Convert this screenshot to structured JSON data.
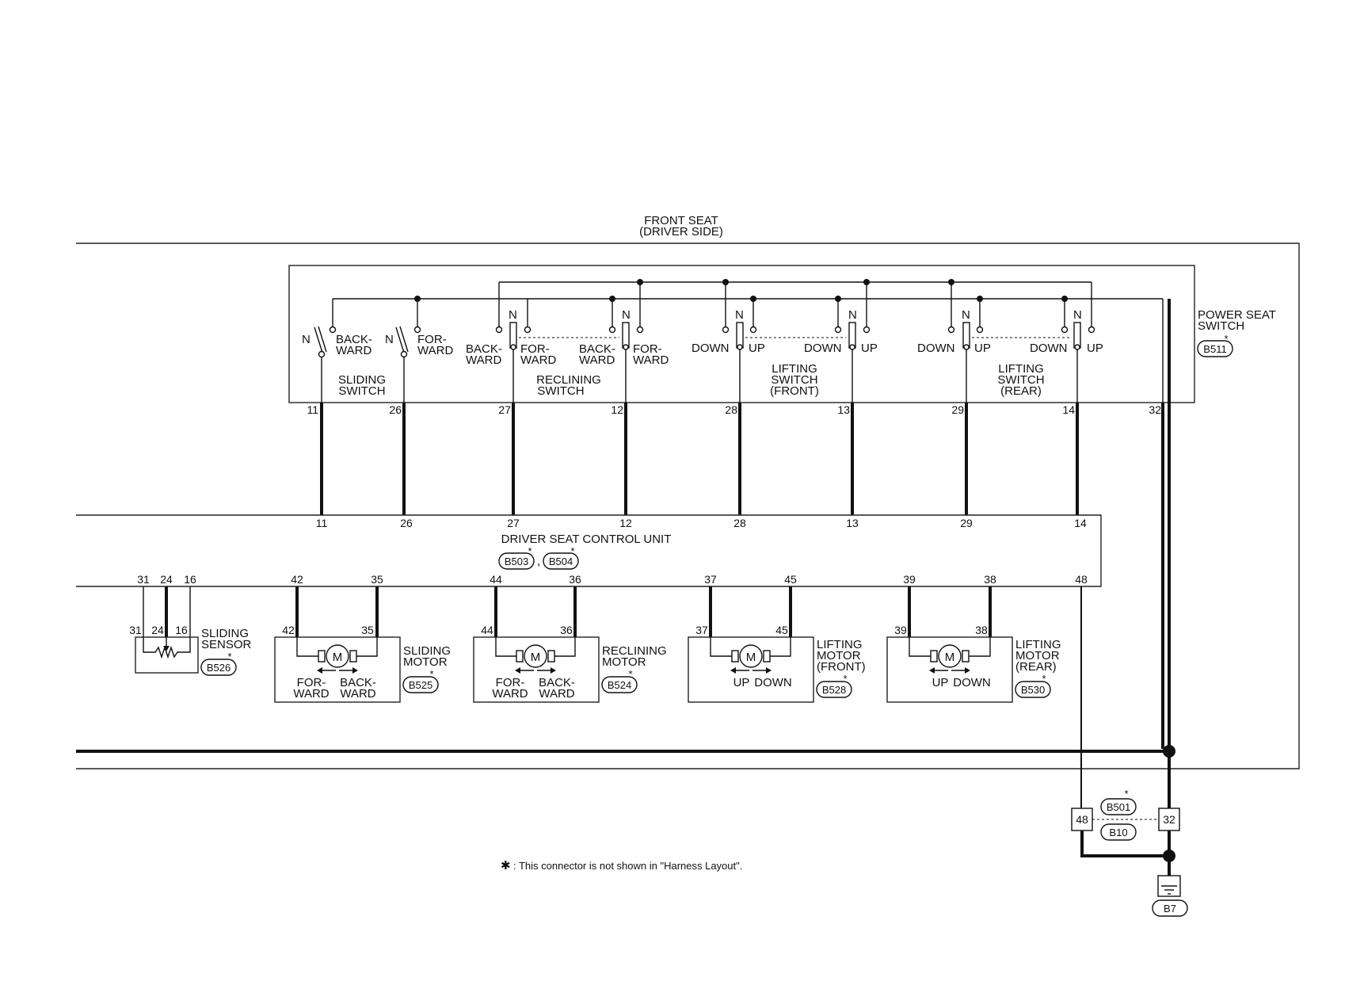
{
  "header": {
    "line1": "FRONT SEAT",
    "line2": "(DRIVER SIDE)"
  },
  "power_seat_switch": {
    "line1": "POWER SEAT",
    "line2": "SWITCH",
    "connector": "B511"
  },
  "switches": {
    "sliding": {
      "line1": "SLIDING",
      "line2": "SWITCH",
      "n": "N",
      "backward_1": "BACK-",
      "backward_2": "WARD",
      "forward_1": "FOR-",
      "forward_2": "WARD"
    },
    "reclining": {
      "line1": "RECLINING",
      "line2": "SWITCH",
      "n": "N",
      "backward_1": "BACK-",
      "backward_2": "WARD",
      "forward_1": "FOR-",
      "forward_2": "WARD"
    },
    "lifting_front": {
      "line1": "LIFTING",
      "line2": "SWITCH",
      "line3": "(FRONT)",
      "n": "N",
      "down": "DOWN",
      "up": "UP"
    },
    "lifting_rear": {
      "line1": "LIFTING",
      "line2": "SWITCH",
      "line3": "(REAR)",
      "n": "N",
      "down": "DOWN",
      "up": "UP"
    }
  },
  "switch_pins": [
    "11",
    "26",
    "27",
    "12",
    "28",
    "13",
    "29",
    "14",
    "32"
  ],
  "control_unit": {
    "name": "DRIVER SEAT CONTROL UNIT",
    "connector_1": "B503",
    "connector_2": "B504",
    "separator": ",",
    "top_pins": [
      "11",
      "26",
      "27",
      "12",
      "28",
      "13",
      "29",
      "14"
    ],
    "bottom_pins": [
      "31",
      "24",
      "16",
      "42",
      "35",
      "44",
      "36",
      "37",
      "45",
      "39",
      "38",
      "48"
    ]
  },
  "sliding_sensor": {
    "line1": "SLIDING",
    "line2": "SENSOR",
    "connector": "B526",
    "pins": [
      "31",
      "24",
      "16"
    ]
  },
  "motors": {
    "sliding": {
      "line1": "SLIDING",
      "line2": "MOTOR",
      "connector": "B525",
      "symbol": "M",
      "pin_left": "42",
      "pin_right": "35",
      "left_1": "FOR-",
      "left_2": "WARD",
      "right_1": "BACK-",
      "right_2": "WARD"
    },
    "reclining": {
      "line1": "RECLINING",
      "line2": "MOTOR",
      "connector": "B524",
      "symbol": "M",
      "pin_left": "44",
      "pin_right": "36",
      "left_1": "FOR-",
      "left_2": "WARD",
      "right_1": "BACK-",
      "right_2": "WARD"
    },
    "lifting_front": {
      "line1": "LIFTING",
      "line2": "MOTOR",
      "line3": "(FRONT)",
      "connector": "B528",
      "symbol": "M",
      "pin_left": "37",
      "pin_right": "45",
      "left": "UP",
      "right": "DOWN"
    },
    "lifting_rear": {
      "line1": "LIFTING",
      "line2": "MOTOR",
      "line3": "(REAR)",
      "connector": "B530",
      "symbol": "M",
      "pin_left": "39",
      "pin_right": "38",
      "left": "UP",
      "right": "DOWN"
    }
  },
  "harness_connector": {
    "upper": "B501",
    "lower": "B10",
    "pin_left": "48",
    "pin_right": "32"
  },
  "ground": {
    "label": "B7"
  },
  "footnote": {
    "star": "✱",
    "text": ": This connector is not shown in \"Harness Layout\"."
  }
}
